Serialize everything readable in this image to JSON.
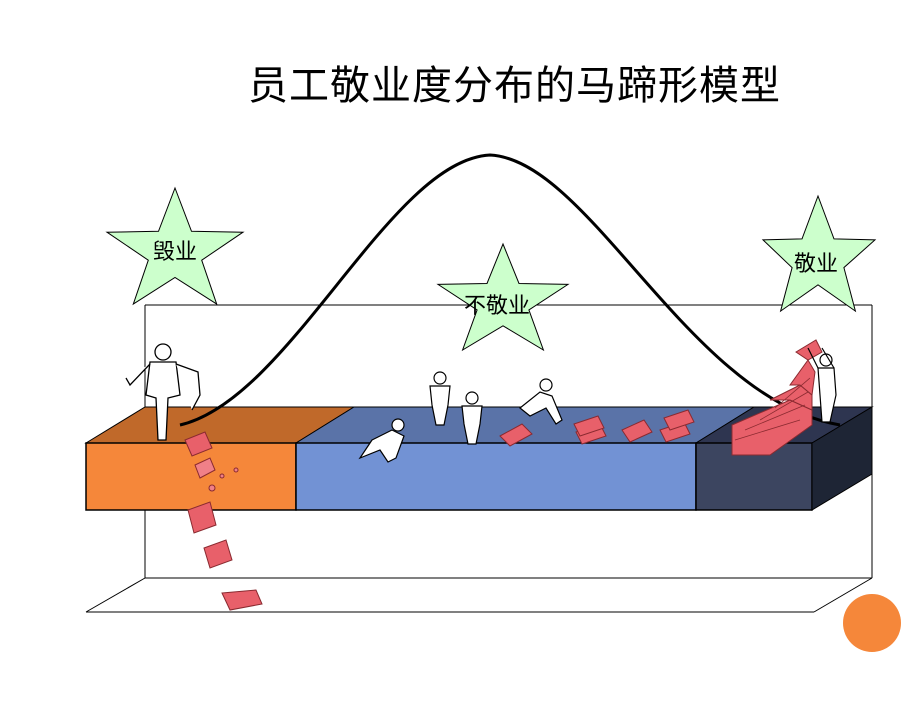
{
  "title": "员工敬业度分布的马蹄形模型",
  "labels": {
    "left": "毁业",
    "middle": "不敬业",
    "right": "敬业"
  },
  "colors": {
    "left_segment": "#F5873A",
    "left_top": "#C0692A",
    "middle_segment": "#7292D4",
    "middle_top": "#5A73A8",
    "right_segment": "#3C4560",
    "right_top": "#2E3550",
    "box_side": "#1E2535",
    "star_fill": "#CCFFCC",
    "brick": "#E8606A",
    "curve": "#000000",
    "accent_circle": "#F5873A"
  }
}
